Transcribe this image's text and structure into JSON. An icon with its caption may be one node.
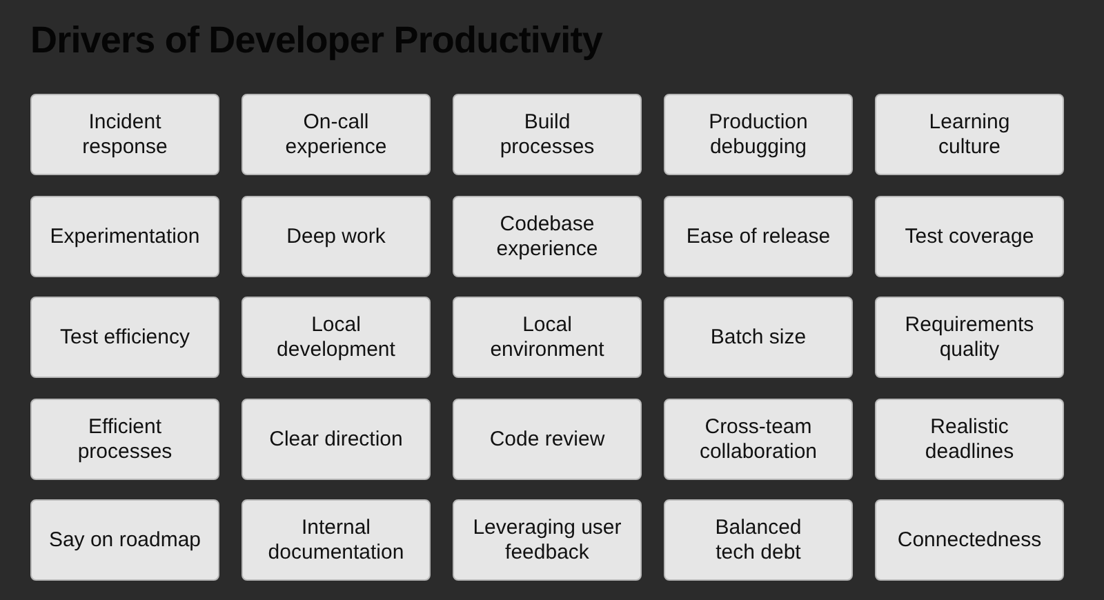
{
  "diagram": {
    "title": "Drivers of Developer Productivity",
    "nodes": [
      {
        "text": [
          "Incident response"
        ]
      },
      {
        "text": [
          "On-call experience"
        ]
      },
      {
        "text": [
          "Build processes"
        ]
      },
      {
        "text": [
          "Production debugging"
        ]
      },
      {
        "text": [
          "Learning culture"
        ]
      },
      {
        "text": [
          "Experimentation"
        ]
      },
      {
        "text": [
          "Deep work"
        ]
      },
      {
        "text": [
          "Codebase experience"
        ]
      },
      {
        "text": [
          "Ease of release"
        ]
      },
      {
        "text": [
          "Test coverage"
        ]
      },
      {
        "text": [
          "Test efficiency"
        ]
      },
      {
        "text": [
          "Local development"
        ]
      },
      {
        "text": [
          "Local environment"
        ]
      },
      {
        "text": [
          "Batch size"
        ]
      },
      {
        "text": [
          "Requirements quality"
        ]
      },
      {
        "text": [
          "Efficient processes"
        ]
      },
      {
        "text": [
          "Clear direction"
        ]
      },
      {
        "text": [
          "Code review"
        ]
      },
      {
        "text": [
          "Cross-team collaboration"
        ]
      },
      {
        "text": [
          "Realistic deadlines"
        ]
      },
      {
        "text": [
          "Say on roadmap"
        ]
      },
      {
        "text": [
          "Internal documentation"
        ]
      },
      {
        "text": [
          "Leveraging user feedback"
        ]
      },
      {
        "text": [
          "Balanced tech debt"
        ]
      },
      {
        "text": [
          "Connectedness"
        ]
      }
    ]
  }
}
